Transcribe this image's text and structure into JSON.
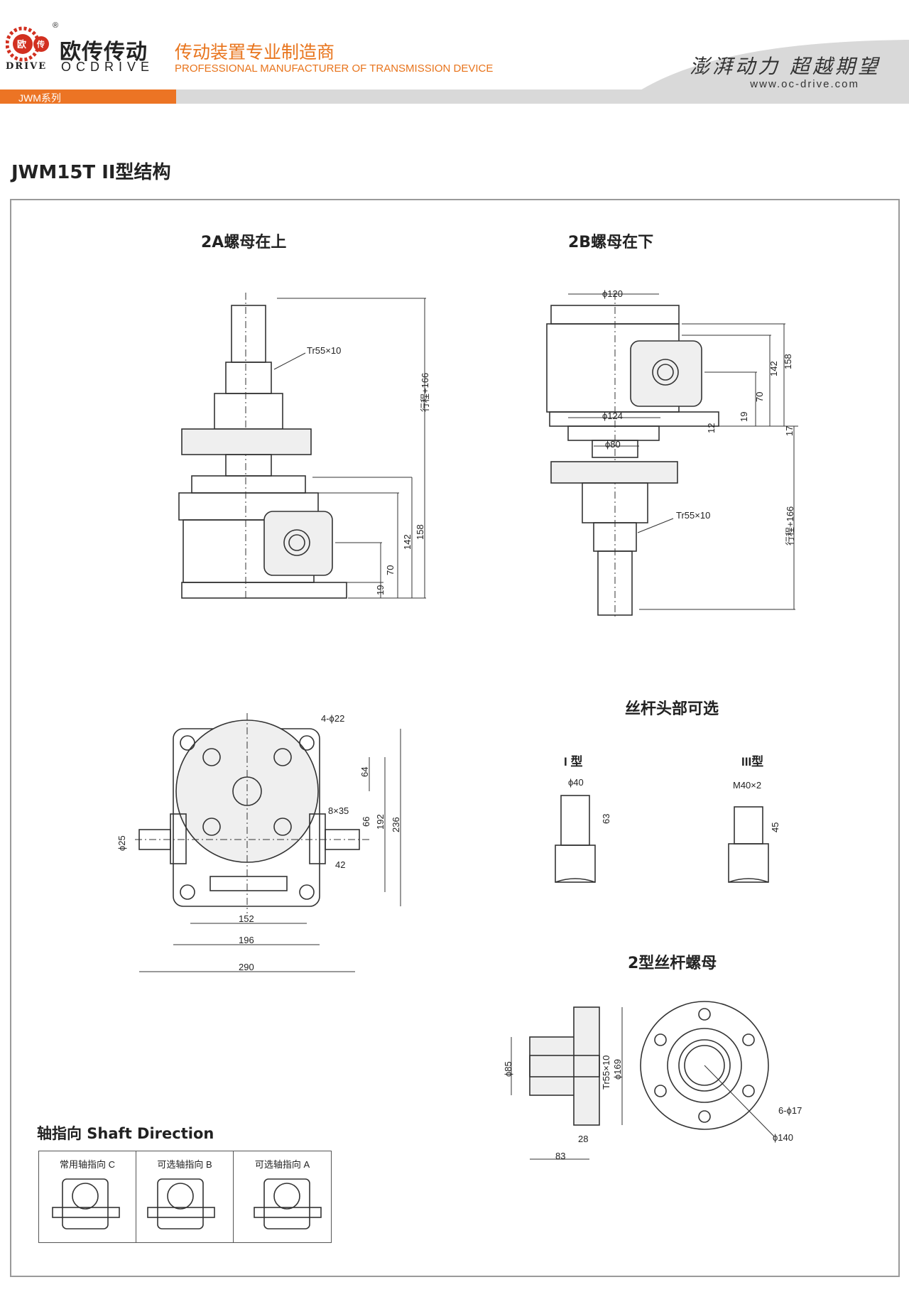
{
  "header": {
    "brand_cn": "欧传传动",
    "brand_en": "OCDRIVE",
    "brand_drive": "DRIVE",
    "logo_chars": [
      "欧",
      "传"
    ],
    "registered": "®",
    "tagline_cn": "传动装置专业制造商",
    "tagline_en": "PROFESSIONAL MANUFACTURER OF TRANSMISSION DEVICE",
    "slogan": "澎湃动力 超越期望",
    "website": "www.oc-drive.com",
    "series": "JWM系列",
    "accent_color": "#ec7424"
  },
  "page_title": "JWM15T II型结构",
  "sections": {
    "view_2a": {
      "title": "2A螺母在上",
      "thread": "Tr55×10",
      "stroke": "行程+166",
      "dims": [
        "158",
        "142",
        "70",
        "19"
      ]
    },
    "view_2b": {
      "title": "2B螺母在下",
      "thread": "Tr55×10",
      "stroke": "行程+166",
      "dims": [
        "ϕ120",
        "ϕ124",
        "ϕ80",
        "158",
        "142",
        "70",
        "19",
        "12",
        "17"
      ]
    },
    "top_view": {
      "dims": [
        "4-ϕ22",
        "8×35",
        "64",
        "66",
        "192",
        "236",
        "ϕ25",
        "42",
        "152",
        "196",
        "290"
      ]
    },
    "screw_head": {
      "title": "丝杆头部可选",
      "type1": {
        "label": "I 型",
        "dia": "ϕ40",
        "len": "63"
      },
      "type3": {
        "label": "III型",
        "thread": "M40×2",
        "len": "45"
      }
    },
    "nut": {
      "title": "2型丝杆螺母",
      "dims": [
        "ϕ85",
        "Tr55×10",
        "ϕ169",
        "28",
        "83",
        "6-ϕ17",
        "ϕ140"
      ]
    },
    "shaft_direction": {
      "title": "轴指向 Shaft Direction",
      "options": [
        "常用轴指向 C",
        "可选轴指向 B",
        "可选轴指向 A"
      ]
    }
  }
}
